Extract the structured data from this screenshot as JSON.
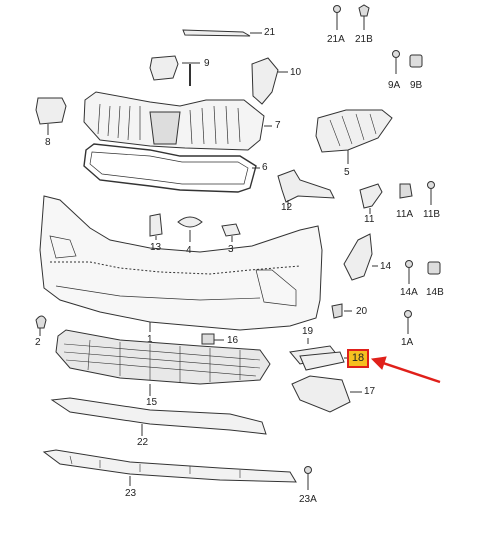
{
  "labels": {
    "p1": "1",
    "p1a": "1A",
    "p2": "2",
    "p3": "3",
    "p4": "4",
    "p5": "5",
    "p6": "6",
    "p7": "7",
    "p8": "8",
    "p9": "9",
    "p9a": "9A",
    "p9b": "9B",
    "p10": "10",
    "p11": "11",
    "p11a": "11A",
    "p11b": "11B",
    "p12": "12",
    "p13": "13",
    "p14": "14",
    "p14a": "14A",
    "p14b": "14B",
    "p15": "15",
    "p16": "16",
    "p17": "17",
    "p18": "18",
    "p19": "19",
    "p20": "20",
    "p21": "21",
    "p21a": "21A",
    "p21b": "21B",
    "p22": "22",
    "p23": "23",
    "p23a": "23A"
  },
  "colors": {
    "line": "#333333",
    "highlight_fill": "#f6c020",
    "highlight_border": "#e0201a",
    "arrow": "#e0201a"
  }
}
